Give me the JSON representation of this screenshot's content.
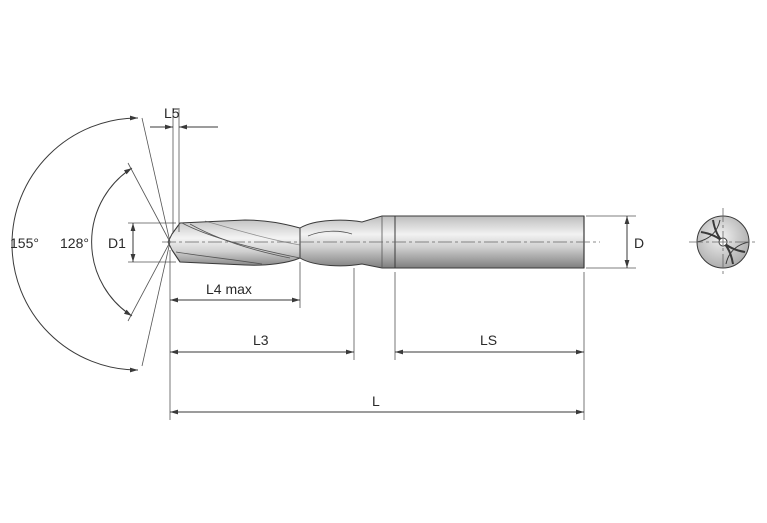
{
  "labels": {
    "l5": "L5",
    "angle_155": "155°",
    "angle_128": "128°",
    "d1": "D1",
    "d": "D",
    "l4max": "L4 max",
    "l3": "L3",
    "ls": "LS",
    "l": "L"
  },
  "colors": {
    "shank_dark": "#8c8c8c",
    "shank_light": "#e6e6e6",
    "outline": "#3a3a3a"
  },
  "icons": {
    "tool_body": "drill-side-view",
    "end_view": "drill-end-view"
  }
}
